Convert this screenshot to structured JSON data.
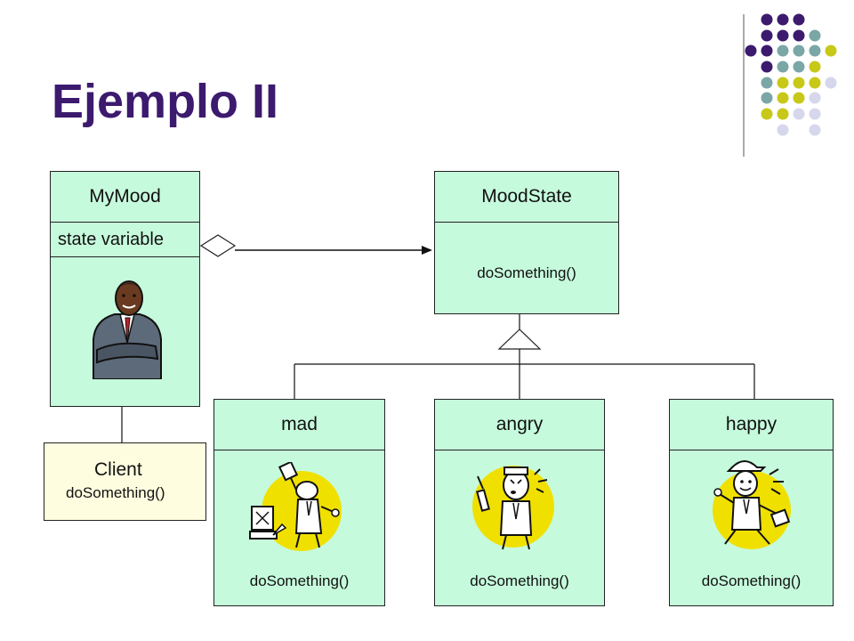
{
  "title": "Ejemplo II",
  "colors": {
    "purple": "#3c1a6e",
    "teal": "#7aa6a6",
    "olive": "#c8c818",
    "lavender": "#d6d6ec",
    "box_fill": "#c6fadc",
    "client_fill": "#fffde0",
    "badge_yellow": "#f0e000"
  },
  "mymood": {
    "name": "MyMood",
    "attribute": "state variable",
    "icon": "businessman-icon"
  },
  "moodstate": {
    "name": "MoodState",
    "operation": "doSomething()"
  },
  "client": {
    "name": "Client",
    "operation": "doSomething()"
  },
  "states": [
    {
      "name": "mad",
      "operation": "doSomething()",
      "icon": "mad-person-icon"
    },
    {
      "name": "angry",
      "operation": "doSomething()",
      "icon": "angry-person-icon"
    },
    {
      "name": "happy",
      "operation": "doSomething()",
      "icon": "happy-person-icon"
    }
  ]
}
